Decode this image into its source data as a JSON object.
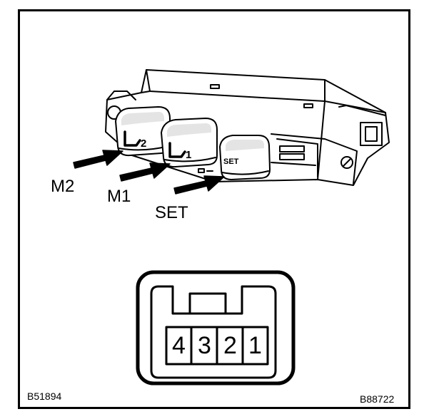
{
  "labels": {
    "m2": "M2",
    "m1": "M1",
    "set": "SET"
  },
  "buttons": {
    "m2_glyph": "2",
    "m1_glyph": "1",
    "set": "SET"
  },
  "connector_pins": [
    "4",
    "3",
    "2",
    "1"
  ],
  "codes": {
    "left": "B51894",
    "right": "B88722"
  },
  "colors": {
    "ink": "#000000",
    "paper": "#ffffff",
    "button_shade": "#e4e4e4"
  }
}
